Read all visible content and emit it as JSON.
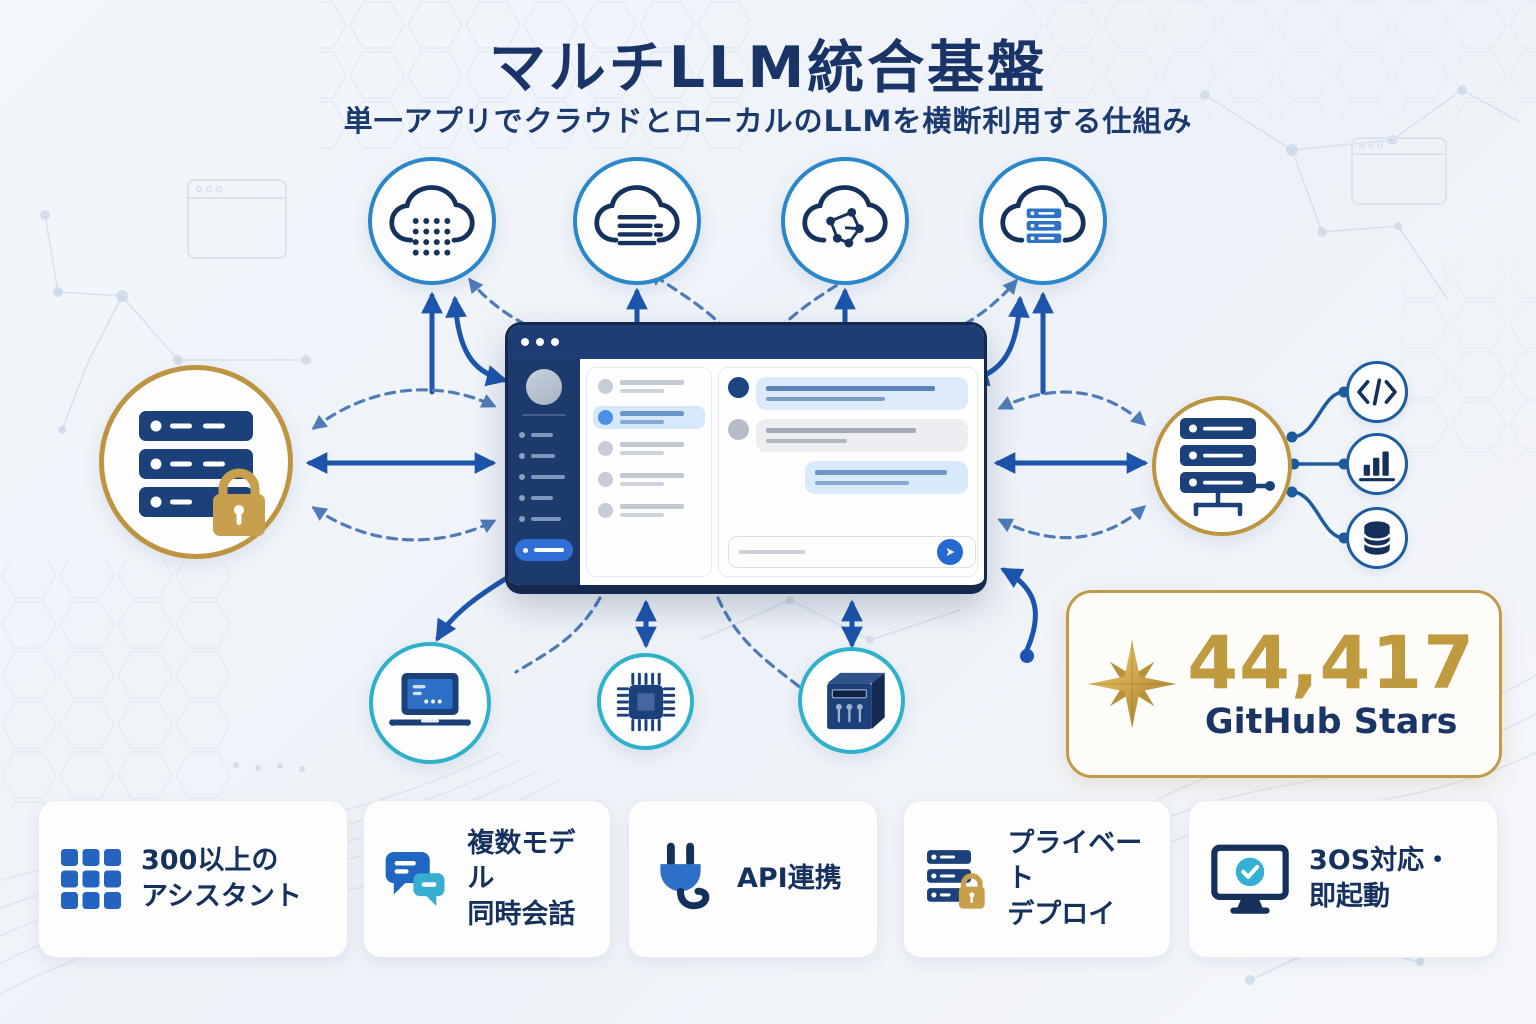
{
  "header": {
    "title": "マルチLLM統合基盤",
    "subtitle": "単一アプリでクラウドとローカルのLLMを横断利用する仕組み"
  },
  "diagram": {
    "cloud_nodes": [
      {
        "icon": "cloud-dots-icon"
      },
      {
        "icon": "cloud-text-lines-icon"
      },
      {
        "icon": "cloud-network-icon"
      },
      {
        "icon": "cloud-server-icon"
      }
    ],
    "left_node": {
      "icon": "secure-server-lock-icon"
    },
    "right_node": {
      "icon": "local-server-icon",
      "satellites": [
        "code-icon",
        "bar-chart-icon",
        "database-icon"
      ]
    },
    "bottom_nodes": [
      {
        "icon": "laptop-icon"
      },
      {
        "icon": "cpu-chip-icon"
      },
      {
        "icon": "nas-box-icon"
      }
    ],
    "center": {
      "icon": "multi-llm-app-window"
    }
  },
  "github_card": {
    "stars": "44,417",
    "label": "GitHub Stars",
    "icon": "eight-point-star-icon"
  },
  "features": [
    {
      "line1": "300以上の",
      "line2": "アシスタント",
      "icon": "grid-icon"
    },
    {
      "line1": "複数モデル",
      "line2": "同時会話",
      "icon": "chat-bubbles-icon"
    },
    {
      "line1": "API連携",
      "line2": "",
      "icon": "plug-icon"
    },
    {
      "line1": "プライベート",
      "line2": "デプロイ",
      "icon": "server-lock-icon"
    },
    {
      "line1": "3OS対応・",
      "line2": "即起動",
      "icon": "monitor-check-icon"
    }
  ],
  "colors": {
    "navy": "#16305c",
    "arrow_blue": "#1d55ad",
    "dashed_blue": "#4f7cb8",
    "teal": "#2eb1c9",
    "gold": "#bd9440",
    "light_blue": "#dbeafe",
    "background": "#f0f3f9"
  }
}
